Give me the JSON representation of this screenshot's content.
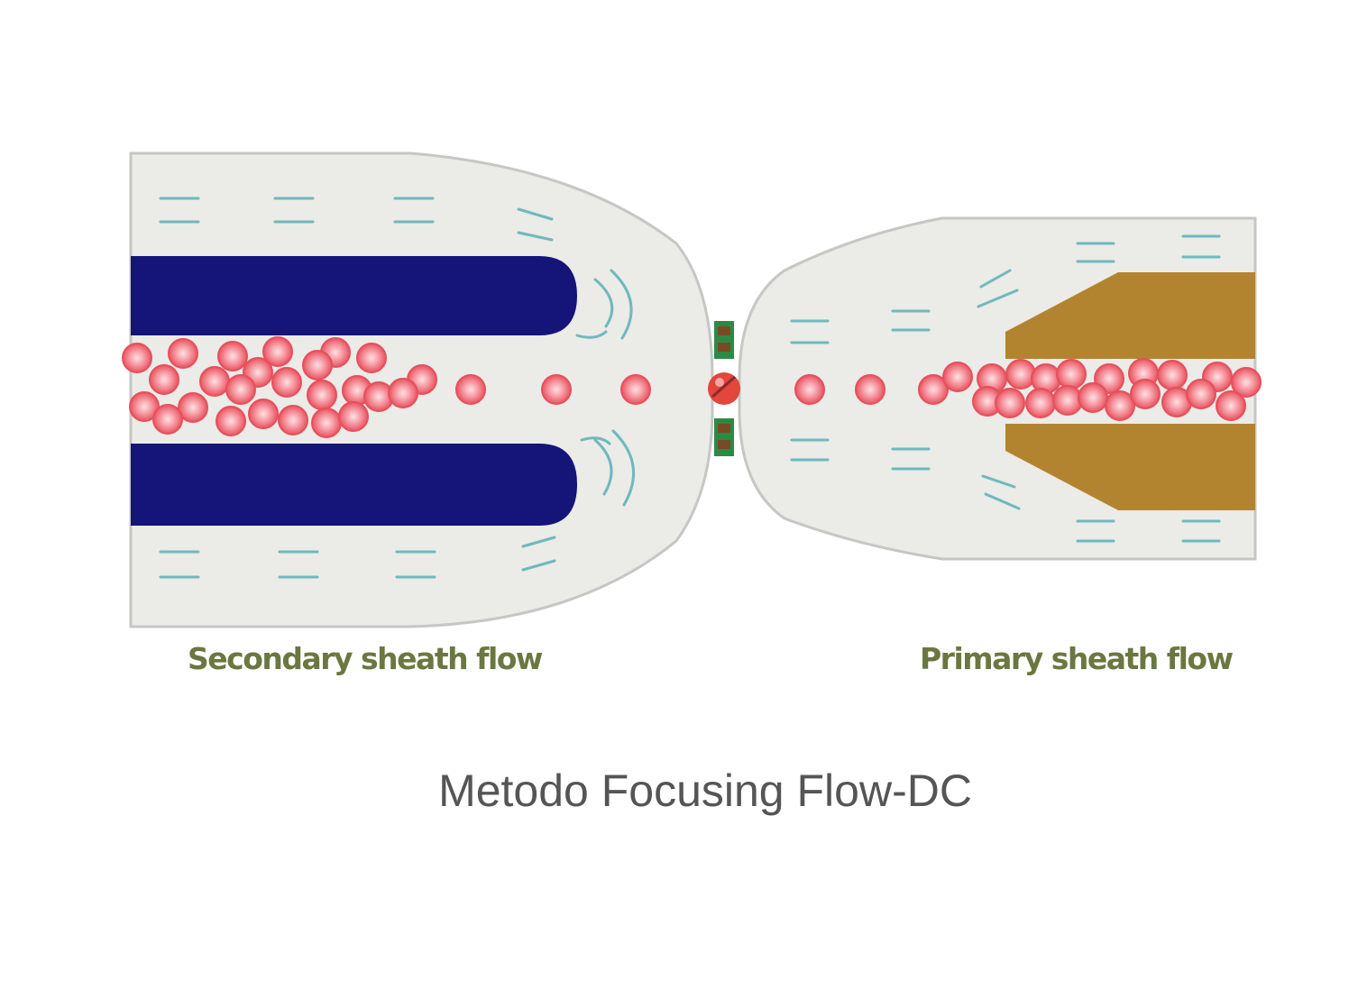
{
  "labels": {
    "secondary": "Secondary sheath flow",
    "primary": "Primary sheath flow"
  },
  "caption": "Metodo Focusing Flow-DC",
  "colors": {
    "chamber": "#ebebe7",
    "chamber_border": "#c5c7c3",
    "secondary_tube": "#141479",
    "primary_nozzle": "#b38430",
    "cell": "#f0707b",
    "cell_highlight": "#ffd6da",
    "label_text": "#6b7740",
    "caption_text": "#555555",
    "flow_arrow": "#6fb9bd",
    "electrode": "#2d8a45"
  }
}
